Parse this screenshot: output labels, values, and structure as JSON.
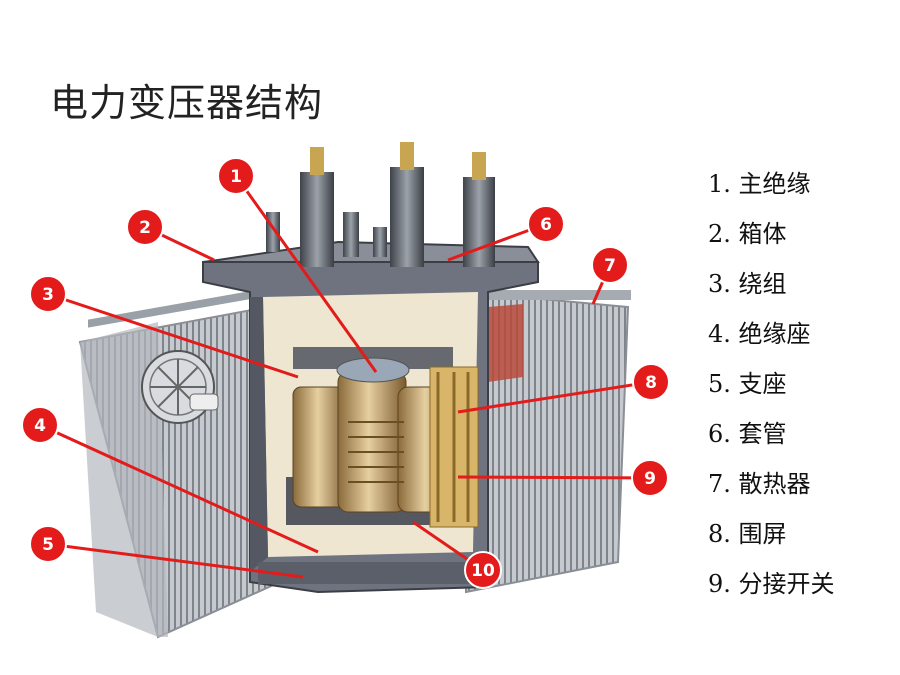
{
  "title": "电力变压器结构",
  "callouts": [
    "1",
    "2",
    "3",
    "4",
    "5",
    "6",
    "7",
    "8",
    "9",
    "10"
  ],
  "legend": [
    "1. 主绝缘",
    "2. 箱体",
    "3. 绕组",
    "4. 绝缘座",
    "5. 支座",
    "6. 套管",
    "7. 散热器",
    "8. 围屏",
    "9. 分接开关"
  ],
  "colors": {
    "callout": "#e31b1b",
    "tank": "#6f7380",
    "radiator": "#b9bdc4",
    "winding": "#c9a873",
    "core": "#55585e"
  }
}
